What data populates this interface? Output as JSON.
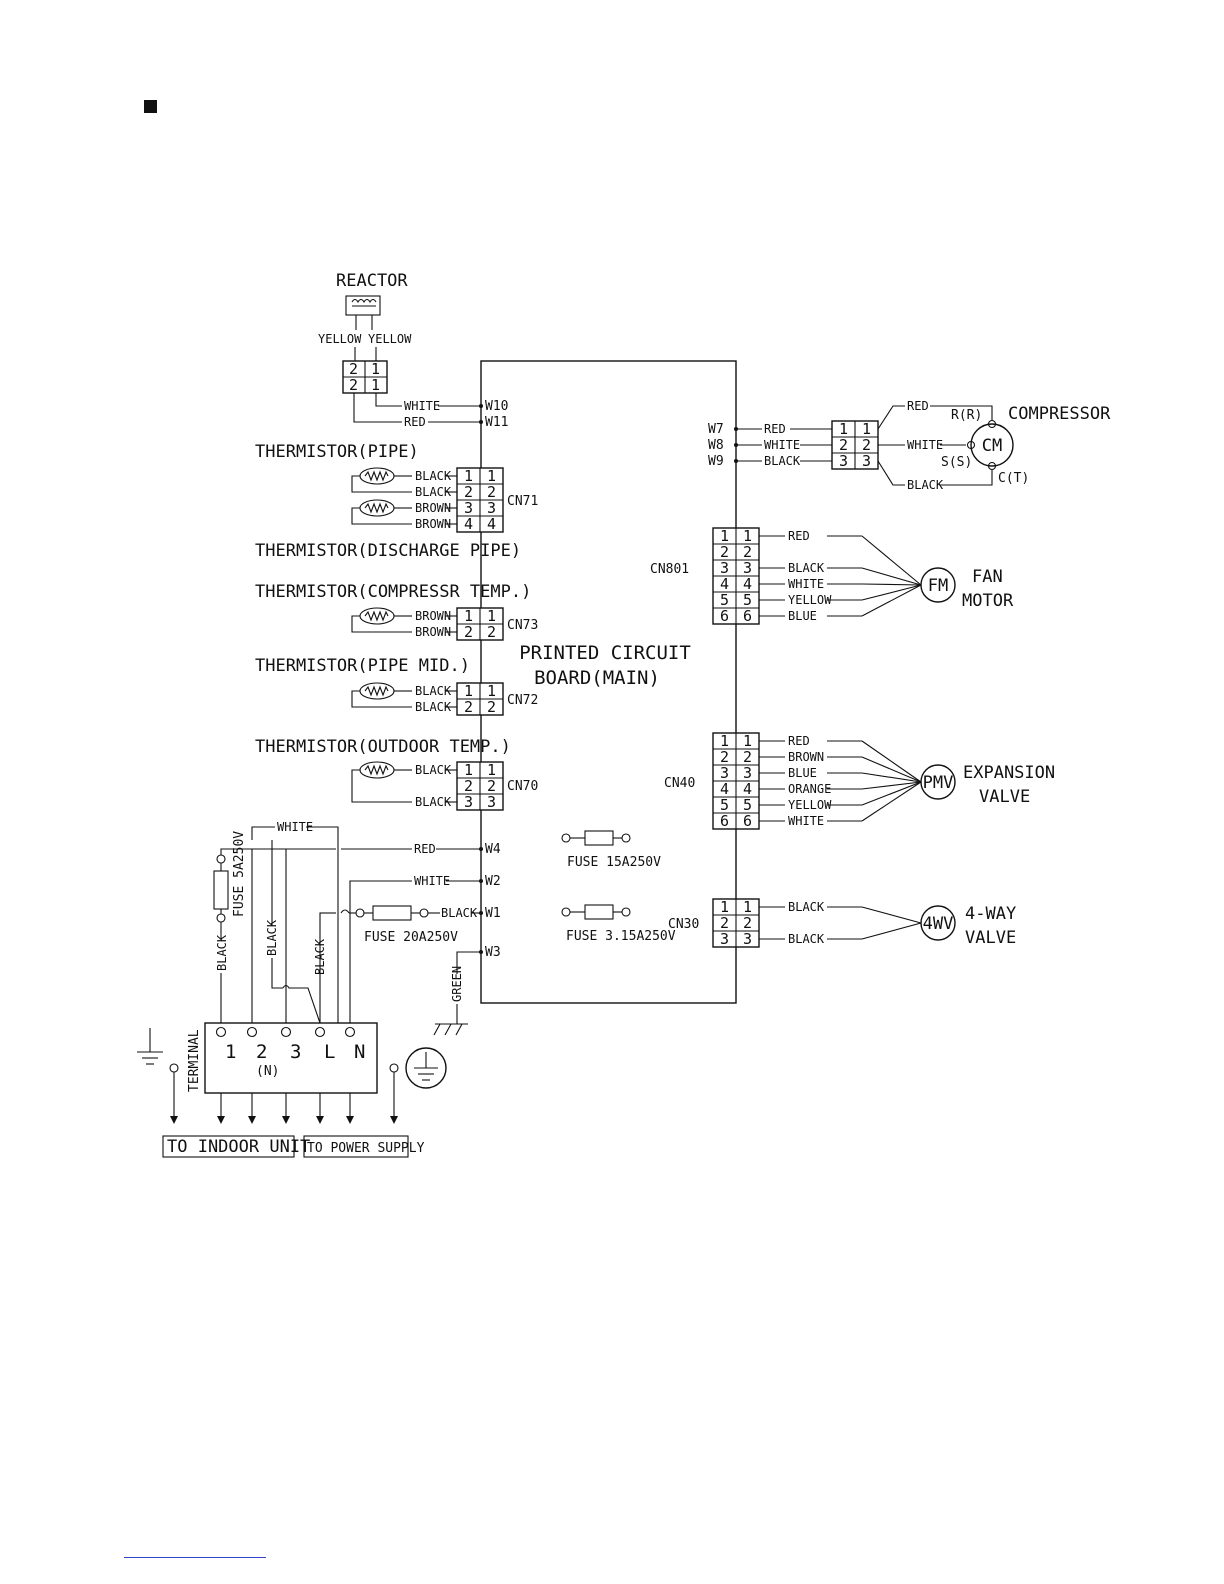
{
  "diagram": {
    "board": {
      "label_line1": "PRINTED CIRCUIT",
      "label_line2": "BOARD(MAIN)"
    },
    "reactor": {
      "title": "REACTOR",
      "wire_left": "YELLOW",
      "wire_right": "YELLOW",
      "pins_top": [
        "2",
        "1"
      ],
      "pins_bottom": [
        "2",
        "1"
      ],
      "wire_a": "WHITE",
      "wire_b": "RED",
      "term_a": "W10",
      "term_b": "W11"
    },
    "cn71": {
      "name": "CN71",
      "title_top": "THERMISTOR(PIPE)",
      "title_bottom": "THERMISTOR(DISCHARGE PIPE)",
      "wires": [
        "BLACK",
        "BLACK",
        "BROWN",
        "BROWN"
      ],
      "pins": [
        "1",
        "2",
        "3",
        "4"
      ]
    },
    "cn73": {
      "name": "CN73",
      "title": "THERMISTOR(COMPRESSR TEMP.)",
      "wires": [
        "BROWN",
        "BROWN"
      ],
      "pins": [
        "1",
        "2"
      ]
    },
    "cn72": {
      "name": "CN72",
      "title": "THERMISTOR(PIPE MID.)",
      "wires": [
        "BLACK",
        "BLACK"
      ],
      "pins": [
        "1",
        "2"
      ]
    },
    "cn70": {
      "name": "CN70",
      "title": "THERMISTOR(OUTDOOR TEMP.)",
      "wires": [
        "BLACK",
        "BLACK"
      ],
      "pins": [
        "1",
        "2",
        "3"
      ]
    },
    "compressor": {
      "title": "COMPRESSOR",
      "symbol": "CM",
      "term_r": "R(R)",
      "term_s": "S(S)",
      "term_c": "C(T)",
      "board_terms": [
        "W7",
        "W8",
        "W9"
      ],
      "wires_left": [
        "RED",
        "WHITE",
        "BLACK"
      ],
      "wires_right": [
        "RED",
        "WHITE",
        "BLACK"
      ],
      "pins": [
        "1",
        "2",
        "3"
      ]
    },
    "fan_motor": {
      "connector": "CN801",
      "symbol": "FM",
      "title_line1": "FAN",
      "title_line2": "MOTOR",
      "pins": [
        "1",
        "2",
        "3",
        "4",
        "5",
        "6"
      ],
      "wires": [
        "RED",
        "BLACK",
        "WHITE",
        "YELLOW",
        "BLUE"
      ]
    },
    "expansion_valve": {
      "connector": "CN40",
      "symbol": "PMV",
      "title_line1": "EXPANSION",
      "title_line2": "VALVE",
      "pins": [
        "1",
        "2",
        "3",
        "4",
        "5",
        "6"
      ],
      "wires": [
        "RED",
        "BROWN",
        "BLUE",
        "ORANGE",
        "YELLOW",
        "WHITE"
      ]
    },
    "four_way_valve": {
      "connector": "CN30",
      "symbol": "4WV",
      "title_line1": "4-WAY",
      "title_line2": "VALVE",
      "pins": [
        "1",
        "2",
        "3"
      ],
      "wires": [
        "BLACK",
        "BLACK"
      ]
    },
    "fuses": {
      "board_a": "FUSE 15A250V",
      "board_b": "FUSE 3.15A250V",
      "line": "FUSE 20A250V",
      "side": "FUSE 5A250V"
    },
    "power": {
      "terms": [
        "W4",
        "W2",
        "W1",
        "W3"
      ],
      "wire_w4": "RED",
      "wire_w2": "WHITE",
      "wire_w1": "BLACK",
      "wire_w3": "GREEN",
      "wire_top": "WHITE",
      "wire_v1": "BLACK",
      "wire_v2": "BLACK",
      "wire_v3": "BLACK"
    },
    "terminal": {
      "label": "TERMINAL",
      "terms": [
        "1",
        "2",
        "3",
        "L",
        "N"
      ],
      "sub_n": "(N)",
      "to_indoor": "TO INDOOR UNIT",
      "to_power": "TO POWER SUPPLY"
    }
  }
}
